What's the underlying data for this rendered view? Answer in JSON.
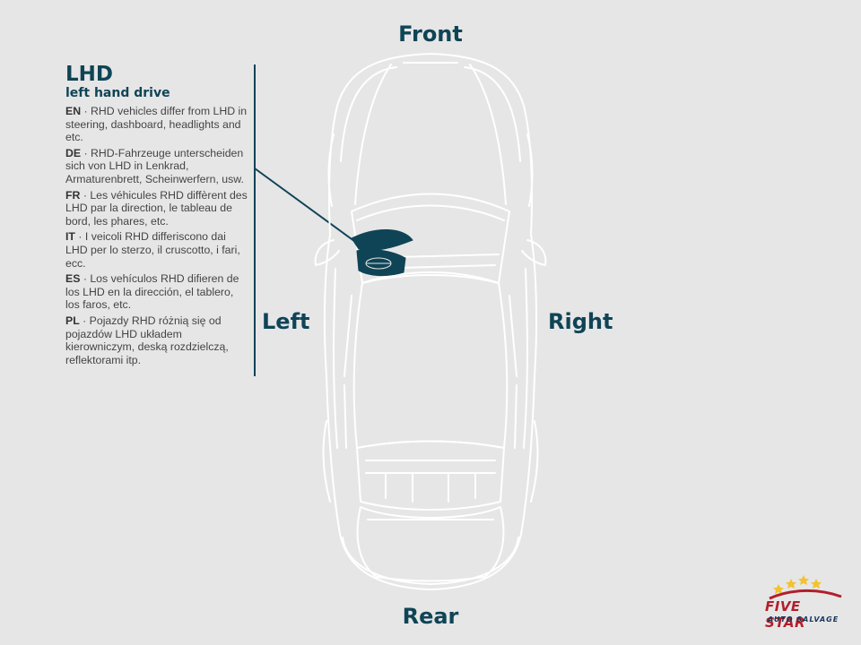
{
  "labels": {
    "front": "Front",
    "rear": "Rear",
    "left": "Left",
    "right": "Right"
  },
  "info": {
    "title": "LHD",
    "subtitle": "left hand drive",
    "languages": [
      {
        "code": "EN",
        "text": "RHD vehicles differ from LHD in steering, dashboard, headlights and etc."
      },
      {
        "code": "DE",
        "text": "RHD-Fahrzeuge unterscheiden sich von LHD in Lenkrad, Armaturenbrett, Scheinwerfern, usw."
      },
      {
        "code": "FR",
        "text": "Les véhicules RHD diffèrent des LHD par la direction, le tableau de bord, les phares, etc."
      },
      {
        "code": "IT",
        "text": "I veicoli RHD differiscono dai LHD per lo sterzo, il cruscotto, i fari, ecc."
      },
      {
        "code": "ES",
        "text": "Los vehículos RHD difieren de los LHD en la dirección, el tablero, los faros, etc."
      },
      {
        "code": "PL",
        "text": "Pojazdy RHD różnią się od pojazdów LHD układem kierowniczym, deską rozdzielczą, reflektorami itp."
      }
    ]
  },
  "logo": {
    "line1": "FIVE STAR",
    "line2": "AUTO SALVAGE"
  },
  "colors": {
    "accent": "#0f4456",
    "car_outline": "#ffffff",
    "background": "#e6e6e6",
    "logo_red": "#b11f2b",
    "logo_navy": "#14365a",
    "logo_gold": "#f2c230"
  }
}
